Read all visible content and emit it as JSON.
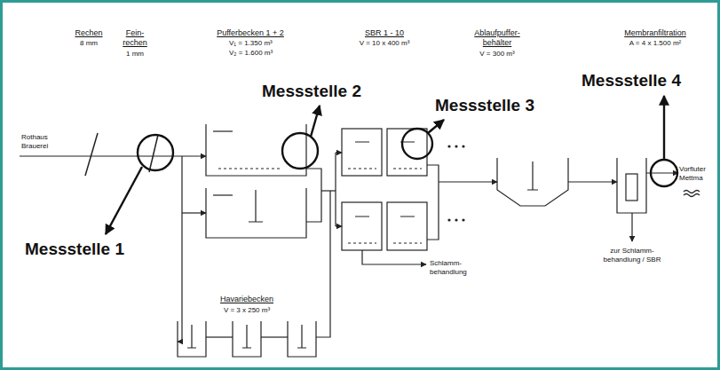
{
  "diagram": {
    "labels": [
      "Rechen",
      "8 mm",
      "Fein- rechen",
      "1 mm",
      "Pufferbecken 1 + 2",
      "V₁ = 1.350 m³",
      "V₂ = 1.600 m³",
      "SBR 1 - 10",
      "V = 10 x 400 m³",
      "Ablaufpuffer- behälter",
      "V = 300 m³",
      "Membranfiltration",
      "A = 4 x 1.500 m²",
      "Messstelle 2",
      "Messstelle 3",
      "Messstelle 4",
      "Rothaus Brauerei",
      "Messstelle 1",
      "Vorfluter Mettma",
      "Schlamm- behandlung",
      "zur Schlamm- behandlung / SBR",
      "Havariebecken",
      "V = 3 x 250 m³"
    ]
  }
}
